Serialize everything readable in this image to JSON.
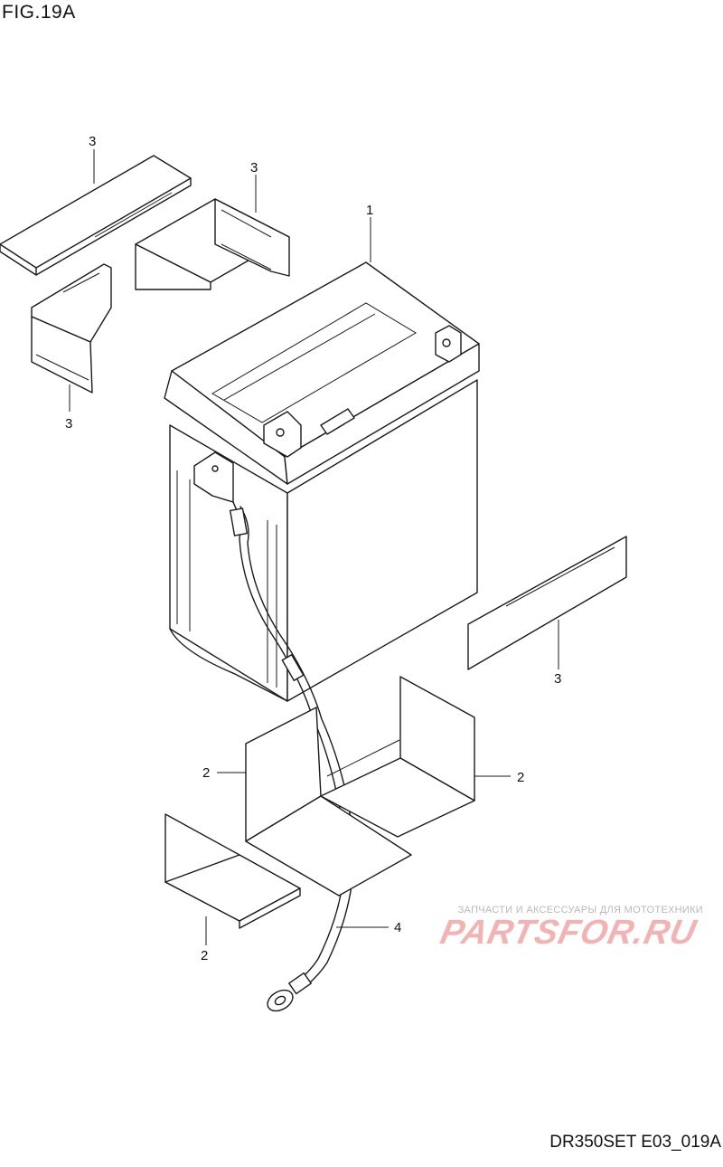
{
  "figure": {
    "title": "FIG.19A",
    "reference_code": "DR350SET E03_019A"
  },
  "callouts": {
    "battery": "1",
    "pad_top_left": "3",
    "pad_top_mid": "3",
    "pad_left_small": "3",
    "pad_right": "3",
    "holder_left": "2",
    "holder_right": "2",
    "holder_bottom": "2",
    "cable": "4"
  },
  "watermark": {
    "tagline": "ЗАПЧАСТИ И АКСЕССУАРЫ ДЛЯ МОТОТЕХНИКИ",
    "logo": "PARTSFOR.RU"
  }
}
